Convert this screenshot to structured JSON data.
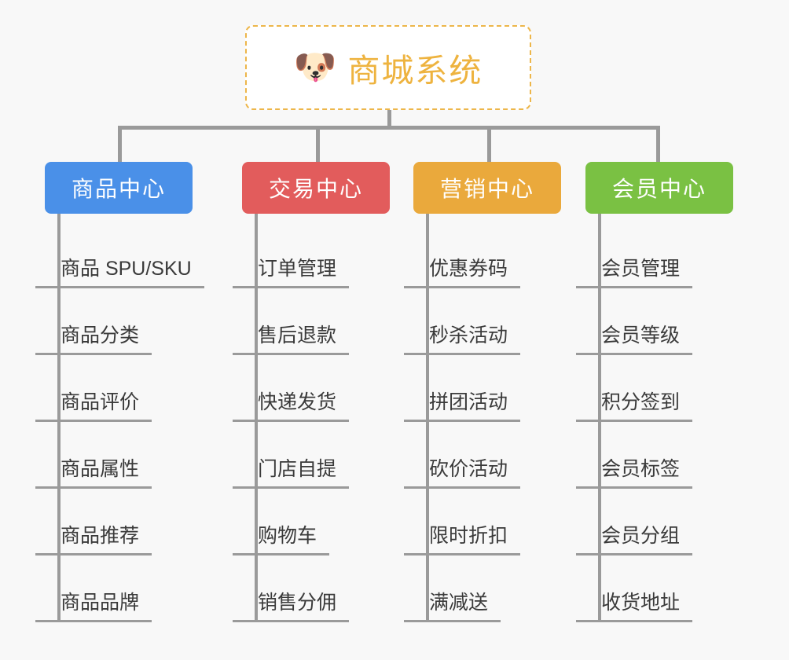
{
  "root": {
    "icon": "shiba-inu-face-icon",
    "icon_glyph": "🐶",
    "title": "商城系统",
    "title_color": "#eeb33f",
    "border_color": "#edb64a"
  },
  "connector_color": "#9a9a9a",
  "background_color": "#f8f8f8",
  "columns": [
    {
      "title": "商品中心",
      "color": "#4a90e8",
      "items": [
        {
          "label": "商品 SPU/SKU"
        },
        {
          "label": "商品分类"
        },
        {
          "label": "商品评价"
        },
        {
          "label": "商品属性"
        },
        {
          "label": "商品推荐"
        },
        {
          "label": "商品品牌"
        }
      ]
    },
    {
      "title": "交易中心",
      "color": "#e25c5c",
      "items": [
        {
          "label": "订单管理"
        },
        {
          "label": "售后退款"
        },
        {
          "label": "快递发货"
        },
        {
          "label": "门店自提"
        },
        {
          "label": "购物车"
        },
        {
          "label": "销售分佣"
        }
      ]
    },
    {
      "title": "营销中心",
      "color": "#eaa93c",
      "items": [
        {
          "label": "优惠券码"
        },
        {
          "label": "秒杀活动"
        },
        {
          "label": "拼团活动"
        },
        {
          "label": "砍价活动"
        },
        {
          "label": "限时折扣"
        },
        {
          "label": "满减送"
        }
      ]
    },
    {
      "title": "会员中心",
      "color": "#7ac143",
      "items": [
        {
          "label": "会员管理"
        },
        {
          "label": "会员等级"
        },
        {
          "label": "积分签到"
        },
        {
          "label": "会员标签"
        },
        {
          "label": "会员分组"
        },
        {
          "label": "收货地址"
        }
      ]
    }
  ]
}
